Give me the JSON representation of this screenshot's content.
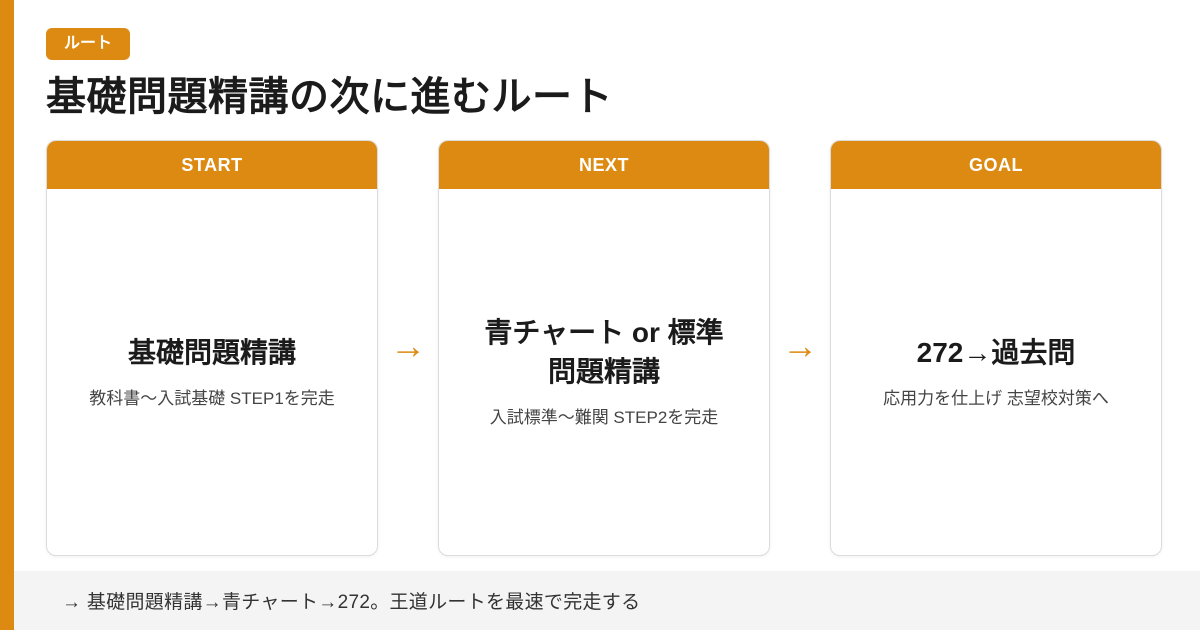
{
  "colors": {
    "accent_orange": "#DC8A12",
    "footer_background": "#F4F4F4",
    "card_border": "#DCDCDC",
    "title_text": "#1B1B1B",
    "subtitle_text": "#444444"
  },
  "header": {
    "badge_label": "ルート",
    "title": "基礎問題精講の次に進むルート"
  },
  "flow": {
    "arrow_glyph": "→",
    "cards": [
      {
        "header": "START",
        "title": "基礎問題精講",
        "subtitle": "教科書〜入試基礎 STEP1を完走"
      },
      {
        "header": "NEXT",
        "title": "青チャート or 標準問題精講",
        "subtitle": "入試標準〜難関 STEP2を完走"
      },
      {
        "header": "GOAL",
        "title": "272→過去問",
        "subtitle": "応用力を仕上げ 志望校対策へ"
      }
    ]
  },
  "footer": {
    "summary": "→ 基礎問題精講→青チャート→272。王道ルートを最速で完走する"
  }
}
